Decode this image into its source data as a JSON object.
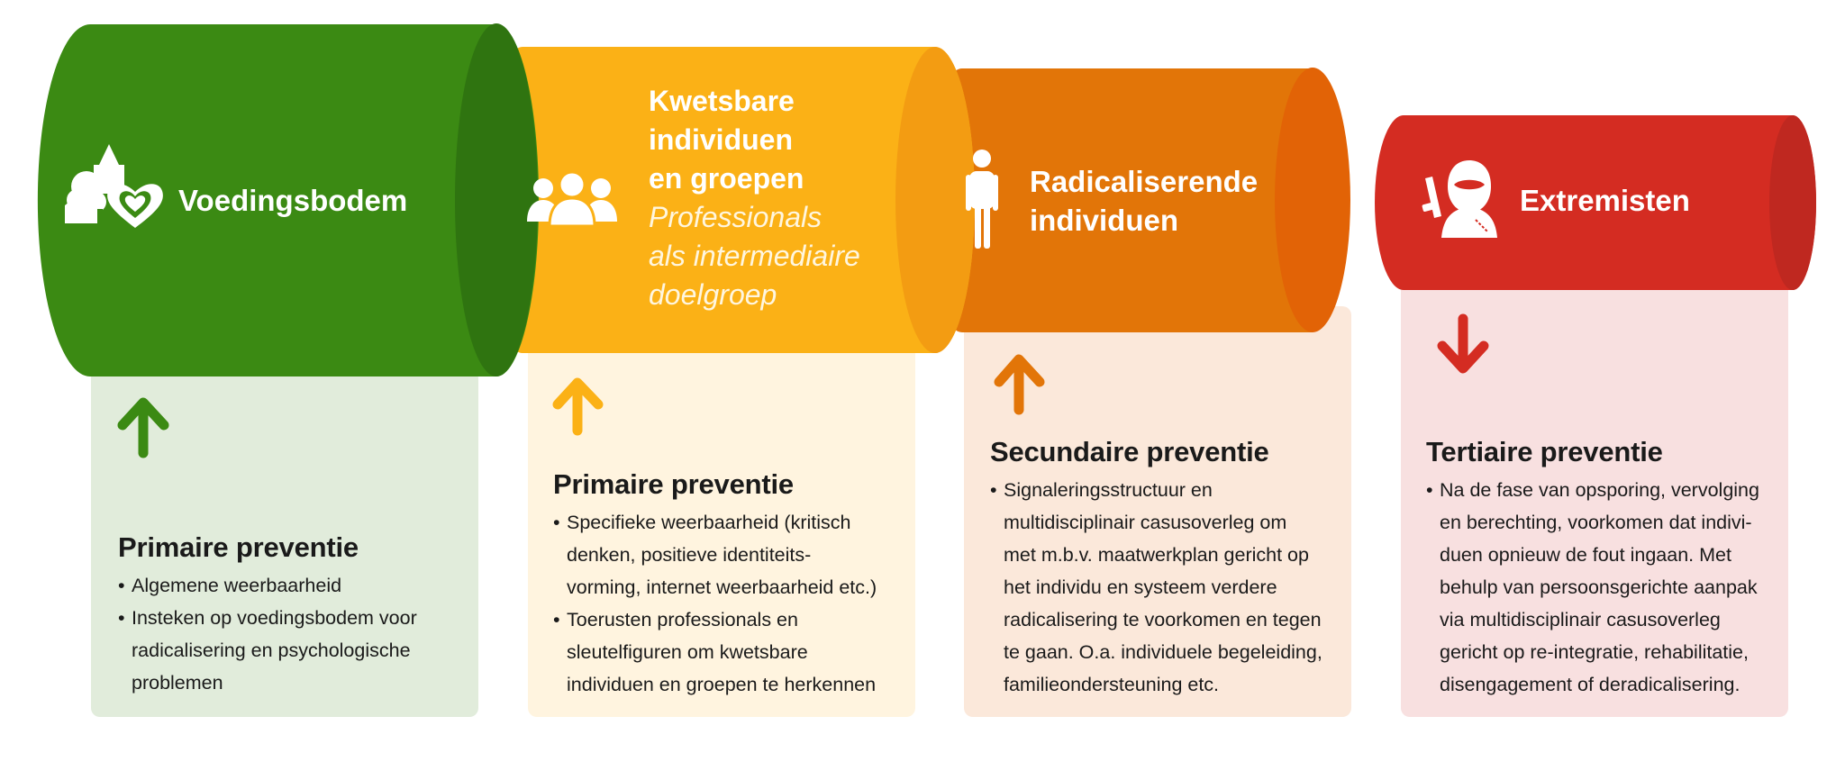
{
  "colors": {
    "green": "#3b8a13",
    "green_dark": "#2f7410",
    "green_panel": "#e1ecdb",
    "yellow": "#fbb116",
    "yellow_dark": "#f39c12",
    "yellow_panel": "#fff4df",
    "orange": "#e27508",
    "orange_dark": "#e26306",
    "orange_panel": "#fbe8da",
    "red": "#d42c22",
    "red_dark": "#bf2820",
    "red_panel": "#f8e0e0"
  },
  "stages": [
    {
      "title_lines": [
        "Voedingsbodem"
      ],
      "icon": "house-tree-heart-icon",
      "arrow": "up",
      "panel": {
        "heading": "Primaire preventie",
        "bullets": [
          [
            "Algemene weerbaarheid"
          ],
          [
            "Insteken op voedingsbodem voor",
            "radicalisering en psychologische",
            "problemen"
          ]
        ]
      }
    },
    {
      "title_lines": [
        "Kwetsbare",
        "individuen",
        "en groepen"
      ],
      "subtitle_lines": [
        "Professionals",
        "als intermediaire",
        "doelgroep"
      ],
      "icon": "group-of-people-icon",
      "arrow": "up",
      "panel": {
        "heading": "Primaire preventie",
        "bullets": [
          [
            "Specifieke weerbaarheid (kritisch",
            "denken, positieve identiteits-",
            "vorming, internet weerbaarheid etc.)"
          ],
          [
            "Toerusten professionals en",
            "sleutelfiguren om kwetsbare",
            "individuen en groepen te herkennen"
          ]
        ]
      }
    },
    {
      "title_lines": [
        "Radicaliserende",
        "individuen"
      ],
      "icon": "person-icon",
      "arrow": "up",
      "panel": {
        "heading": "Secundaire preventie",
        "bullets": [
          [
            "Signaleringsstructuur en",
            "multidisciplinair casusoverleg om",
            "met m.b.v. maatwerkplan gericht op",
            "het individu en systeem verdere",
            "radicalisering te voorkomen en tegen",
            "te gaan. O.a. individuele begeleiding,",
            "familieondersteuning etc."
          ]
        ]
      }
    },
    {
      "title_lines": [
        "Extremisten"
      ],
      "icon": "masked-extremist-icon",
      "arrow": "down",
      "panel": {
        "heading": "Tertiaire preventie",
        "bullets": [
          [
            "Na de fase van opsporing, vervolging",
            "en berechting, voorkomen dat indivi-",
            "duen opnieuw de fout ingaan. Met",
            "behulp van persoonsgerichte aanpak",
            "via multidisciplinair casusoverleg",
            "gericht op re-integratie, rehabilitatie,",
            "disengagement of deradicalisering."
          ]
        ]
      }
    }
  ]
}
